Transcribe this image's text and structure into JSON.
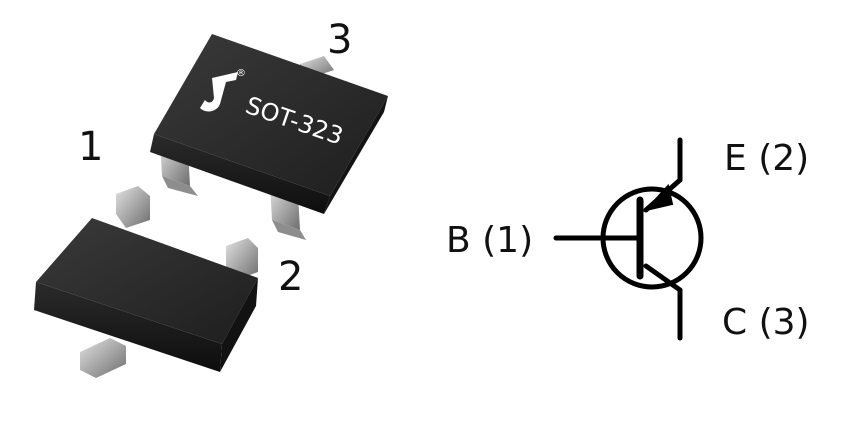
{
  "package": {
    "marking": "SOT-323",
    "logo_text": "J",
    "registered_mark": "®",
    "pins": [
      {
        "number": "1"
      },
      {
        "number": "2"
      },
      {
        "number": "3"
      }
    ]
  },
  "symbol": {
    "type": "PNP transistor",
    "base_label": "B (1)",
    "emitter_label": "E (2)",
    "collector_label": "C (3)"
  },
  "colors": {
    "package_body": "#1c1c1c",
    "package_top": "#2a2a2a",
    "leads": "#a9a9a9",
    "symbol_stroke": "#000000",
    "text": "#111111"
  }
}
